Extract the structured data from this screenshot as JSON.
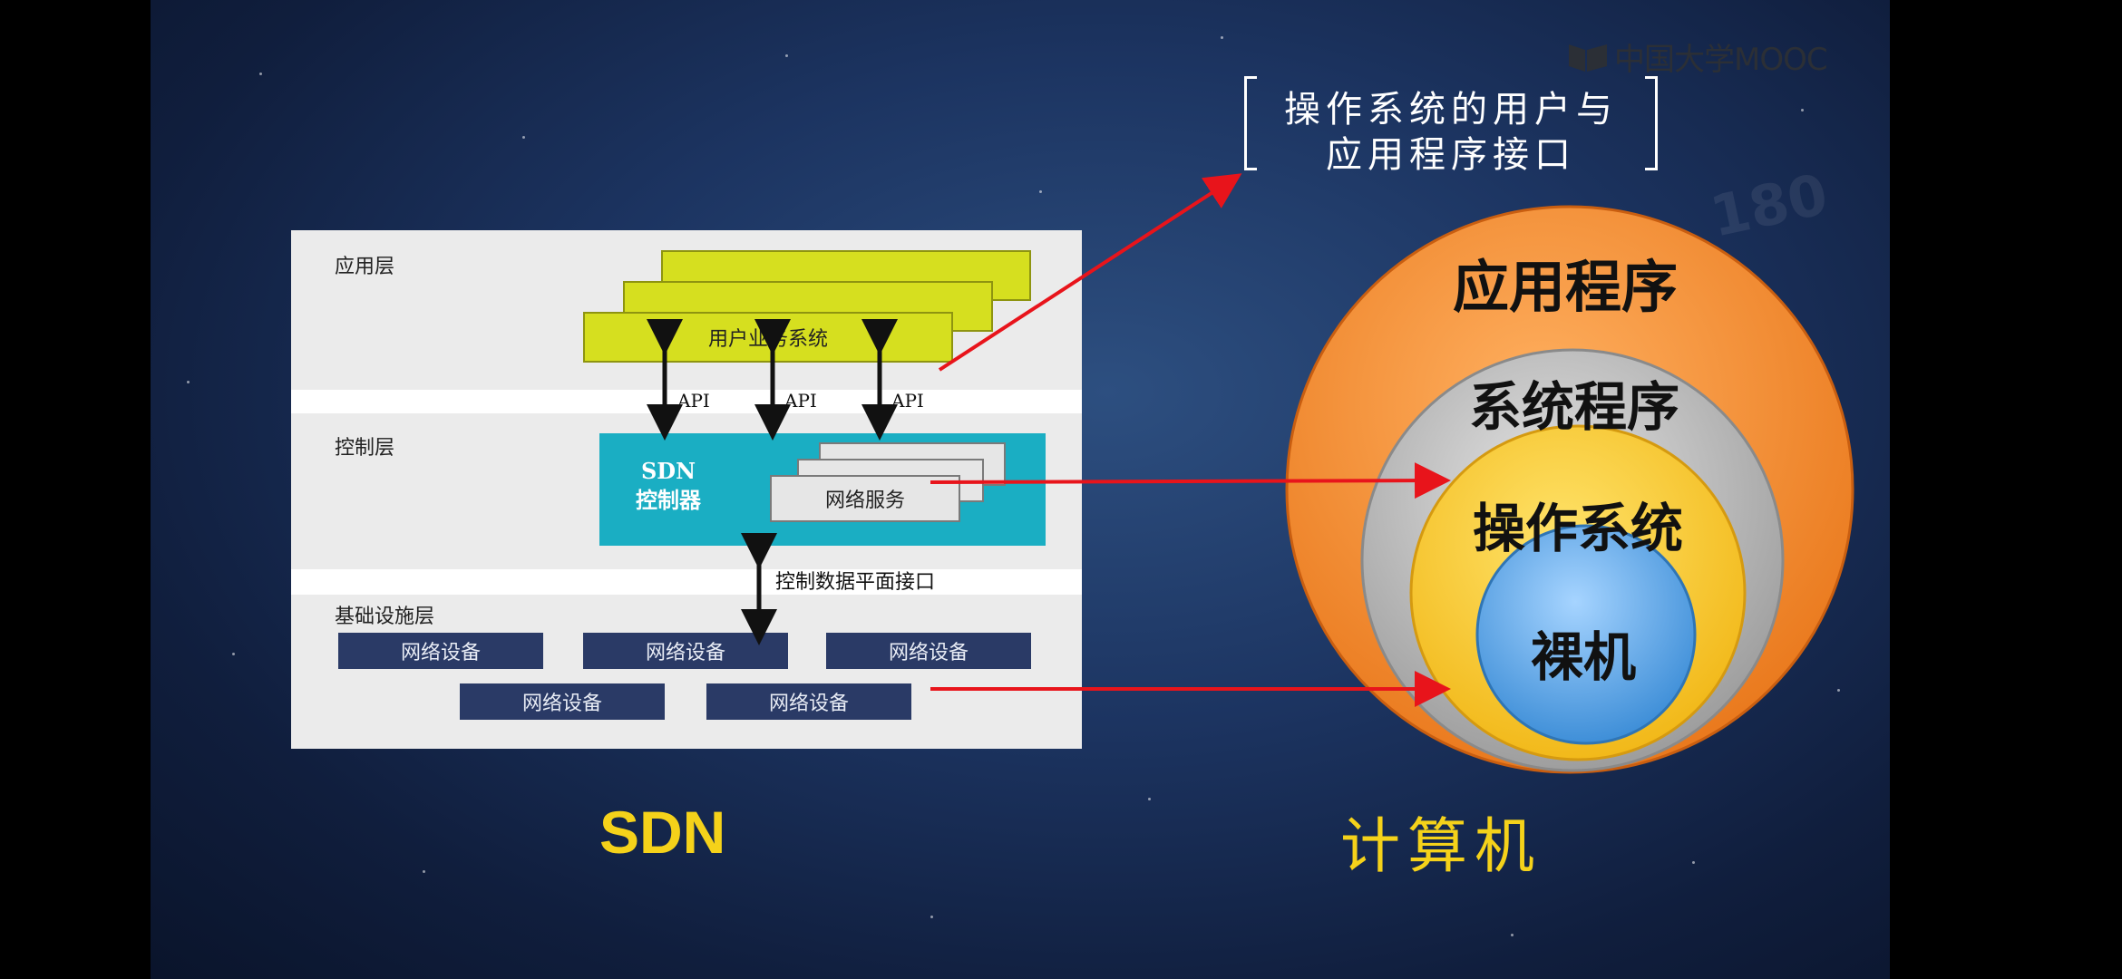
{
  "watermark": {
    "brand": "中国大学MOOC",
    "bg_text": "180"
  },
  "sdn": {
    "layers": {
      "application": "应用层",
      "control": "控制层",
      "infrastructure": "基础设施层"
    },
    "app_box": "用户业务系统",
    "api_labels": [
      "API",
      "API",
      "API"
    ],
    "controller": {
      "line1": "SDN",
      "line2": "控制器"
    },
    "network_service": "网络服务",
    "control_data_interface": "控制数据平面接口",
    "devices": [
      "网络设备",
      "网络设备",
      "网络设备",
      "网络设备",
      "网络设备"
    ]
  },
  "computer": {
    "rings": [
      "应用程序",
      "系统程序",
      "操作系统",
      "裸机"
    ],
    "interface_note": [
      "操作系统的用户与",
      "应用程序接口"
    ]
  },
  "captions": {
    "left": "SDN",
    "right": "计算机"
  },
  "colors": {
    "ring_outer": "#f08a2c",
    "ring_system": "#b9b9b9",
    "ring_os": "#f4c92a",
    "ring_bare": "#5aa6e6",
    "arrow": "#e8141b",
    "caption": "#f5d21a",
    "controller": "#1aaec3",
    "device": "#2a3a66",
    "app_box": "#d6df1f"
  }
}
